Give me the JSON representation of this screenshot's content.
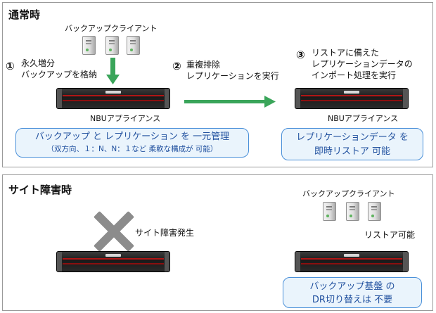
{
  "normal": {
    "title": "通常時",
    "clients_label": "バックアップクライアント",
    "step1": {
      "num": "①",
      "line1": "永久増分",
      "line2": "バックアップを格納"
    },
    "step2": {
      "num": "②",
      "line1": "重複排除",
      "line2": "レプリケーションを実行"
    },
    "step3": {
      "num": "③",
      "line1": "リストアに備えた",
      "line2": "レプリケーションデータの",
      "line3": "インポート処理を実行"
    },
    "appliance_left_label": "NBUアプライアンス",
    "appliance_right_label": "NBUアプライアンス",
    "callout_left": {
      "line1": "バックアップ と レプリケーション を 一元管理",
      "line2": "（双方向、１：N、N：１など 柔軟な構成が 可能）"
    },
    "callout_right": {
      "line1": "レプリケーションデータ を",
      "line2": "即時リストア 可能"
    }
  },
  "failure": {
    "title": "サイト障害時",
    "failure_label": "サイト障害発生",
    "clients_label": "バックアップクライアント",
    "restore_label": "リストア可能",
    "callout": {
      "line1": "バックアップ基盤 の",
      "line2": "DR切り替えは 不要"
    }
  },
  "colors": {
    "arrow": "#3aa55a",
    "callout_border": "#4a90d9",
    "callout_fill": "#eaf4fc",
    "callout_text": "#1f4f9e",
    "x_mark": "#8c8c8c"
  }
}
